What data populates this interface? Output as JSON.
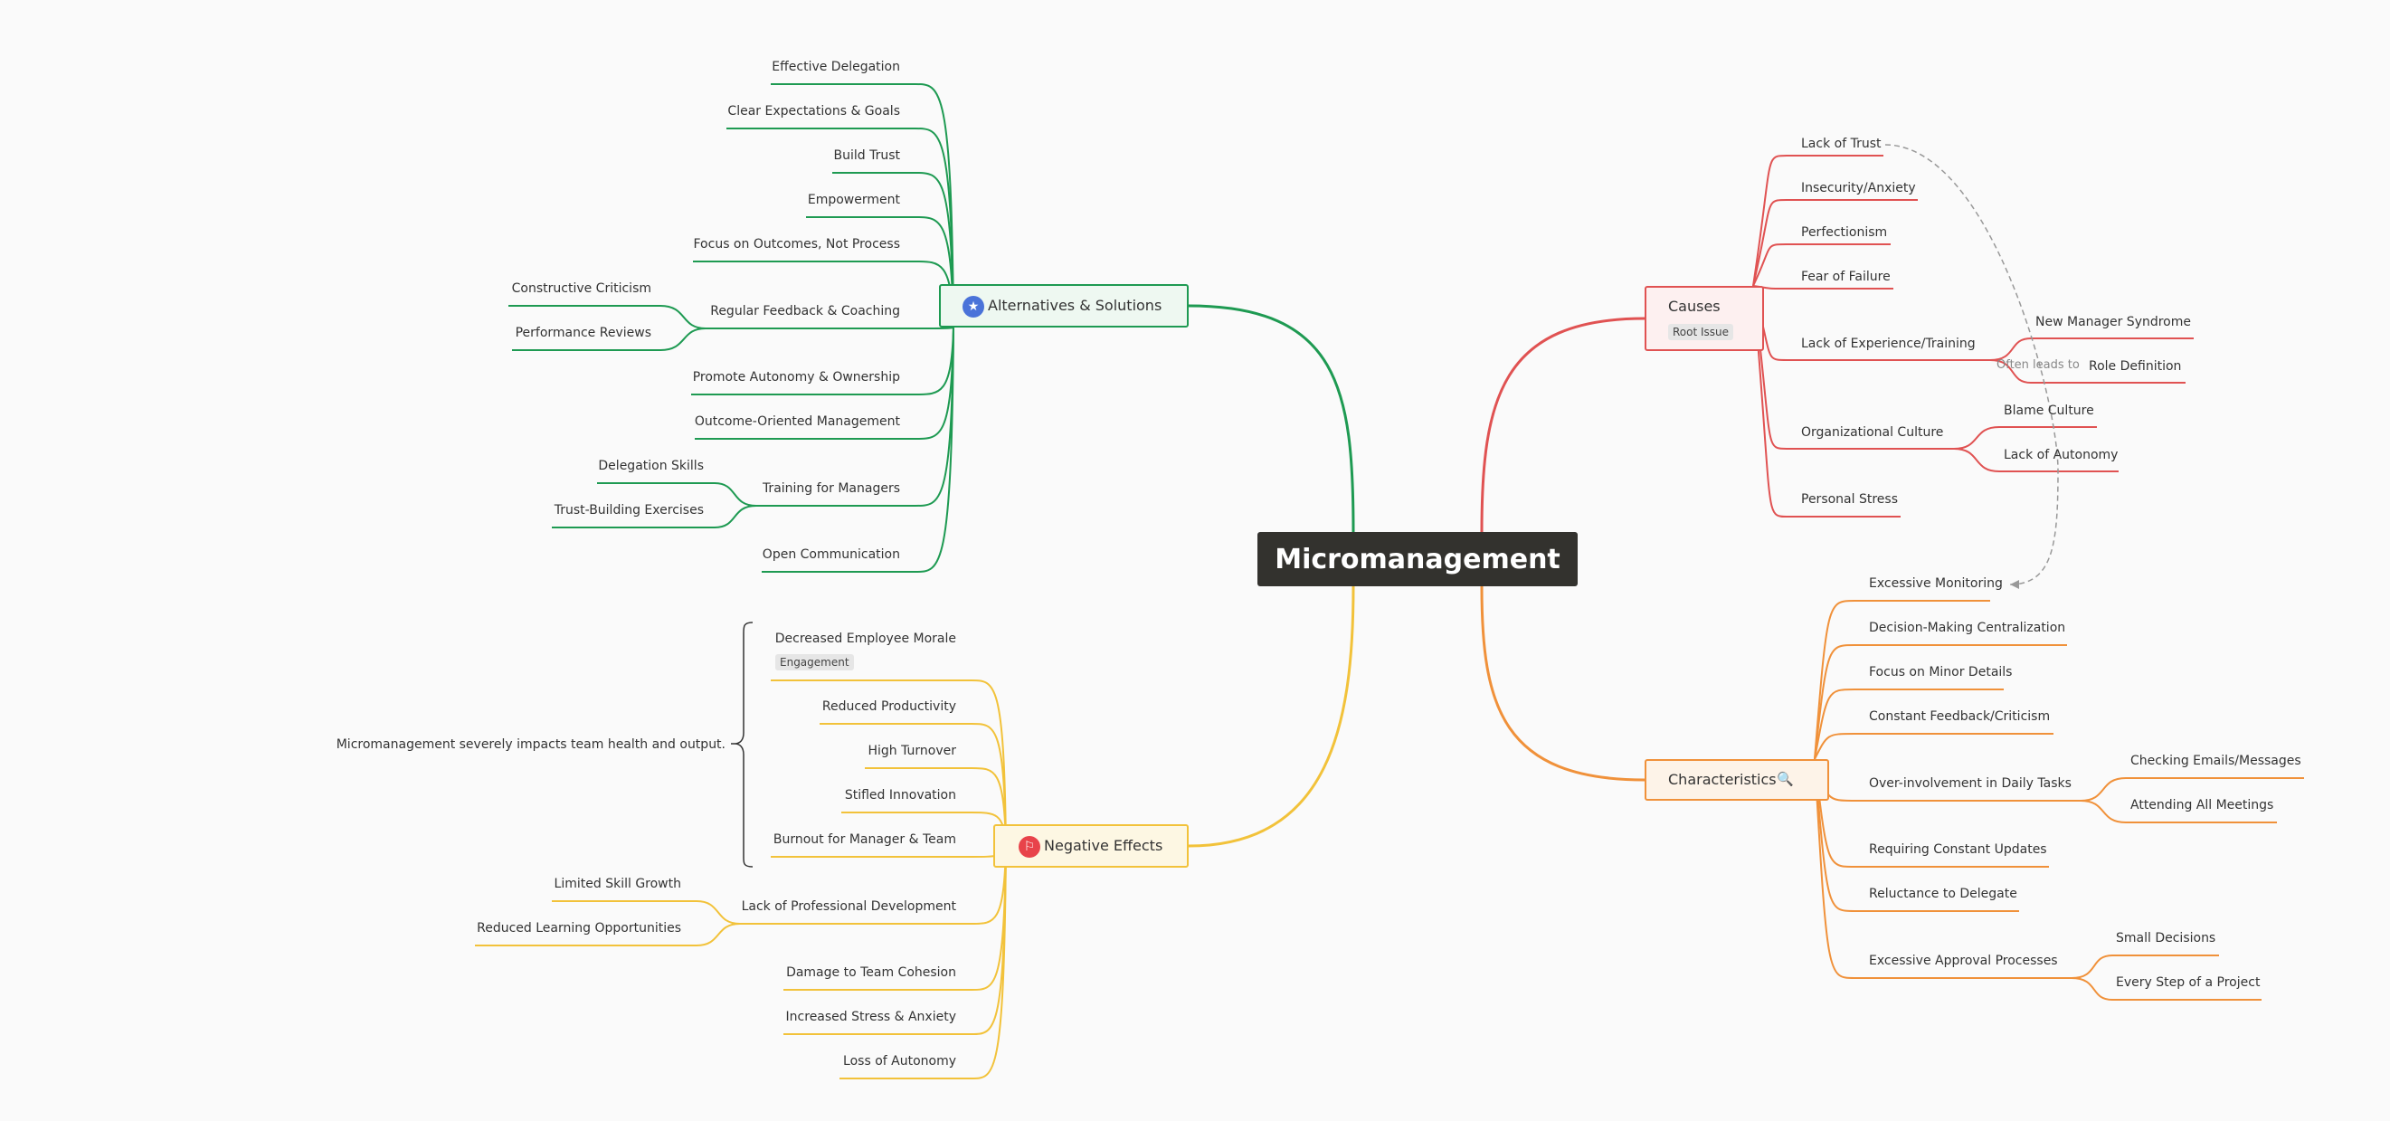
{
  "root": {
    "label": "Micromanagement"
  },
  "topics": {
    "causes": {
      "label": "Causes",
      "tag": "Root Issue",
      "color": "#e05252",
      "children": [
        {
          "label": "Lack of Trust"
        },
        {
          "label": "Insecurity/Anxiety"
        },
        {
          "label": "Perfectionism"
        },
        {
          "label": "Fear of Failure"
        },
        {
          "label": "Lack of Experience/Training",
          "children": [
            {
              "label": "New Manager Syndrome"
            },
            {
              "label": "Role Definition"
            }
          ]
        },
        {
          "label": "Organizational Culture",
          "children": [
            {
              "label": "Blame Culture"
            },
            {
              "label": "Lack of Autonomy"
            }
          ]
        },
        {
          "label": "Personal Stress"
        }
      ]
    },
    "characteristics": {
      "label": "Characteristics",
      "icon": "magnifier-icon",
      "icon_glyph": "🔍",
      "color": "#f0913a",
      "children": [
        {
          "label": "Excessive Monitoring"
        },
        {
          "label": "Decision-Making Centralization"
        },
        {
          "label": "Focus on Minor Details"
        },
        {
          "label": "Constant Feedback/Criticism"
        },
        {
          "label": "Over-involvement in Daily Tasks",
          "children": [
            {
              "label": "Checking Emails/Messages"
            },
            {
              "label": "Attending All Meetings"
            }
          ]
        },
        {
          "label": "Requiring Constant Updates"
        },
        {
          "label": "Reluctance to Delegate"
        },
        {
          "label": "Excessive Approval Processes",
          "children": [
            {
              "label": "Small Decisions"
            },
            {
              "label": "Every Step of a Project"
            }
          ]
        }
      ]
    },
    "solutions": {
      "label": "Alternatives & Solutions",
      "icon": "star-icon",
      "icon_glyph": "★",
      "icon_color": "#4a73d9",
      "color": "#1e9a52",
      "children": [
        {
          "label": "Effective Delegation"
        },
        {
          "label": "Clear Expectations & Goals"
        },
        {
          "label": "Build Trust"
        },
        {
          "label": "Empowerment"
        },
        {
          "label": "Focus on Outcomes, Not Process"
        },
        {
          "label": "Regular Feedback & Coaching",
          "children": [
            {
              "label": "Constructive Criticism"
            },
            {
              "label": "Performance Reviews"
            }
          ]
        },
        {
          "label": "Promote Autonomy & Ownership"
        },
        {
          "label": "Outcome-Oriented Management"
        },
        {
          "label": "Training for Managers",
          "children": [
            {
              "label": "Delegation Skills"
            },
            {
              "label": "Trust-Building Exercises"
            }
          ]
        },
        {
          "label": "Open Communication"
        }
      ]
    },
    "effects": {
      "label": "Negative Effects",
      "icon": "flag-icon",
      "icon_glyph": "⚐",
      "icon_color": "#e8434a",
      "color": "#f2c23a",
      "children": [
        {
          "label": "Decreased Employee Morale",
          "tag": "Engagement"
        },
        {
          "label": "Reduced Productivity"
        },
        {
          "label": "High Turnover"
        },
        {
          "label": "Stifled Innovation"
        },
        {
          "label": "Burnout for Manager & Team"
        },
        {
          "label": "Lack of Professional Development",
          "children": [
            {
              "label": "Limited Skill Growth"
            },
            {
              "label": "Reduced Learning Opportunities"
            }
          ]
        },
        {
          "label": "Damage to Team Cohesion"
        },
        {
          "label": "Increased Stress & Anxiety"
        },
        {
          "label": "Loss of Autonomy"
        }
      ],
      "summary": "Micromanagement severely impacts team health and output."
    }
  },
  "relationship": {
    "label": "Often leads to",
    "from": "Lack of Trust",
    "to": "Excessive Monitoring"
  }
}
